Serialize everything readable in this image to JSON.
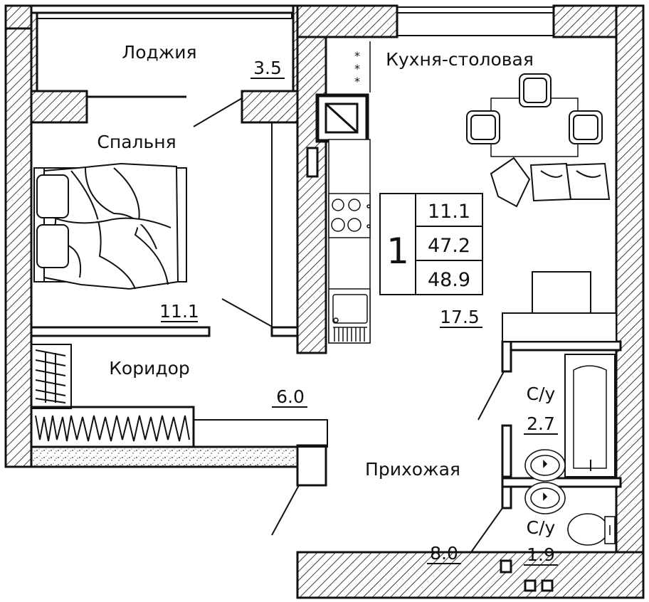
{
  "rooms": {
    "loggia": {
      "name": "Лоджия",
      "area": "3.5"
    },
    "bedroom": {
      "name": "Спальня",
      "area": "11.1"
    },
    "kitchen": {
      "name": "Кухня-столовая",
      "area": "17.5"
    },
    "corridor": {
      "name": "Коридор",
      "area": "6.0"
    },
    "hall": {
      "name": "Прихожая",
      "area": "8.0"
    },
    "bath1": {
      "name": "С/у",
      "area": "2.7"
    },
    "bath2": {
      "name": "С/у",
      "area": "1.9"
    }
  },
  "summary": {
    "rooms_count": "1",
    "living_area": "11.1",
    "total_area": "47.2",
    "total_with_loggia": "48.9"
  },
  "colors": {
    "wall_line": "#111111",
    "background": "#ffffff"
  }
}
